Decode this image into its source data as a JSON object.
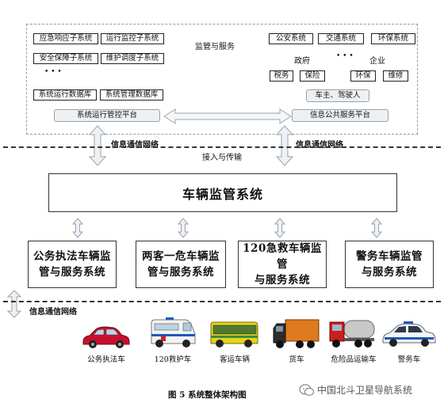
{
  "top": {
    "center_label": "监管与服务",
    "left_subsystems": [
      "应急响应子系统",
      "运行监控子系统",
      "安全保障子系统",
      "维护调度子系统"
    ],
    "left_ellipsis": "• • •",
    "left_databases": [
      "系统运行数据库",
      "系统管理数据库"
    ],
    "left_platform": "系统运行管控平台",
    "right_top_boxes": [
      "公安系统",
      "交通系统",
      "环保系统"
    ],
    "right_gov_label": "政府",
    "right_ellipsis": "• • •",
    "right_ent_label": "企业",
    "right_mid_boxes": [
      "税务",
      "保险",
      "环保",
      "维修"
    ],
    "right_owner": "车主、驾驶人",
    "right_platform": "信息公共服务平台"
  },
  "network": {
    "left_label": "信息通信网络",
    "right_label": "信息通信网络",
    "access_label": "接入与传输",
    "bottom_label": "信息通信网络"
  },
  "main_system": "车辆监管系统",
  "subsystems": [
    {
      "line1": "公务执法车辆监",
      "line2": "管与服务系统"
    },
    {
      "line1": "两客一危车辆监",
      "line2": "管与服务系统"
    },
    {
      "line1": "120急救车辆监管",
      "line2": "与服务系统"
    },
    {
      "line1": "警务车辆监管",
      "line2": "与服务系统"
    }
  ],
  "vehicles": [
    {
      "label": "公务执法车",
      "icon": "sedan-icon",
      "color": "#c8102e"
    },
    {
      "label": "120救护车",
      "icon": "ambulance-icon",
      "color": "#f2f2f2"
    },
    {
      "label": "客运车辆",
      "icon": "bus-icon",
      "color": "#e8d21a"
    },
    {
      "label": "货车",
      "icon": "truck-icon",
      "color": "#e07a1f"
    },
    {
      "label": "危险品运输车",
      "icon": "tanker-icon",
      "color": "#c81e1e"
    },
    {
      "label": "警务车",
      "icon": "police-car-icon",
      "color": "#f4f6f8"
    }
  ],
  "caption": "图 5  系统整体架构图",
  "watermark": "中国北斗卫星导航系统"
}
